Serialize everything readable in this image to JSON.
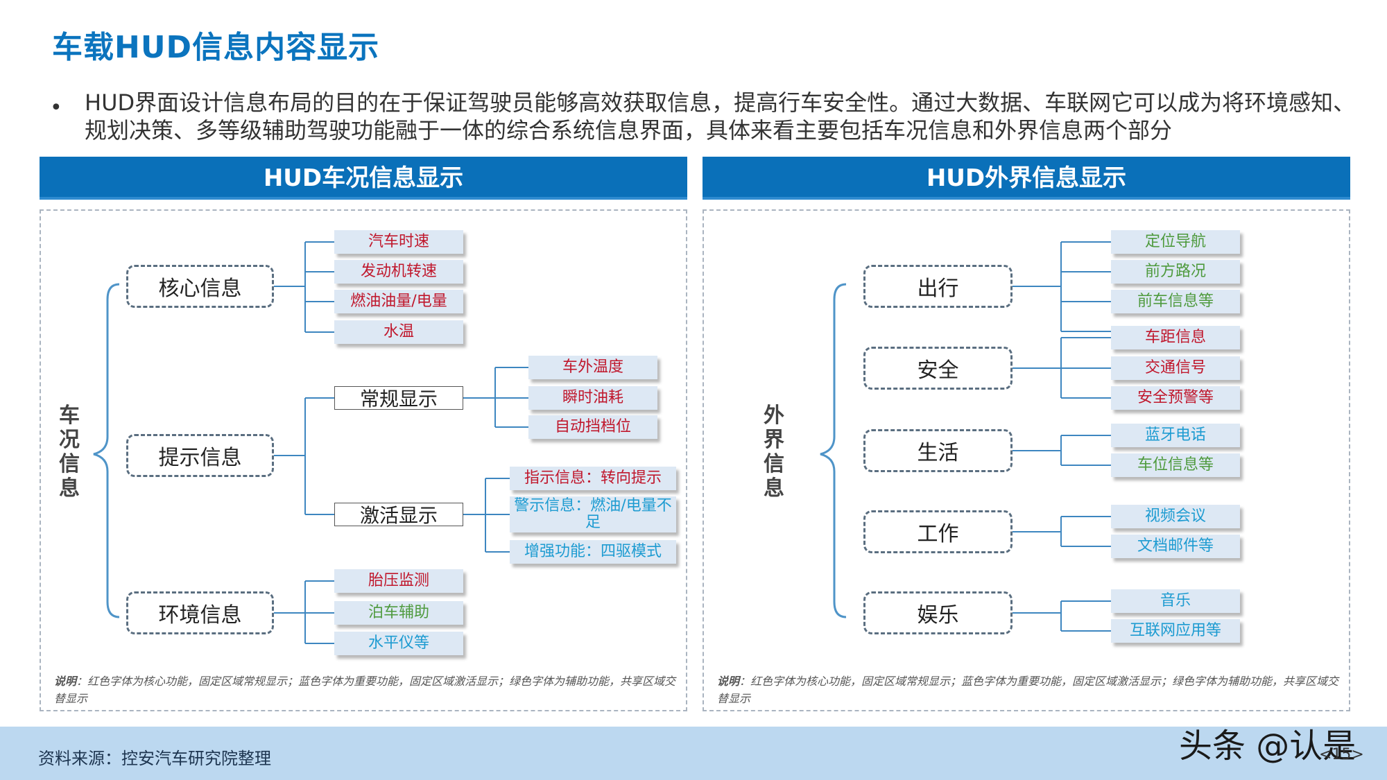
{
  "slide": {
    "title": "车载HUD信息内容显示",
    "bullet": "•",
    "intro": "HUD界面设计信息布局的目的在于保证驾驶员能够高效获取信息，提高行车安全性。通过大数据、车联网它可以成为将环境感知、规划决策、多等级辅助驾驶功能融于一体的综合系统信息界面，具体来看主要包括车况信息和外界信息两个部分"
  },
  "left_panel": {
    "header": "HUD车况信息显示",
    "root_label": "车况信息",
    "core": {
      "label": "核心信息",
      "items": [
        "汽车时速",
        "发动机转速",
        "燃油油量/电量",
        "水温"
      ]
    },
    "hint": {
      "label": "提示信息",
      "regular": {
        "label": "常规显示",
        "items": [
          "车外温度",
          "瞬时油耗",
          "自动挡档位"
        ]
      },
      "active": {
        "label": "激活显示",
        "items": [
          "指示信息：转向提示",
          "警示信息：燃油/电量不足",
          "增强功能：四驱模式"
        ]
      }
    },
    "env": {
      "label": "环境信息",
      "items": [
        "胎压监测",
        "泊车辅助",
        "水平仪等"
      ]
    },
    "note_label": "说明",
    "note_text": "：红色字体为核心功能，固定区域常规显示；蓝色字体为重要功能，固定区域激活显示；绿色字体为辅助功能，共享区域交替显示"
  },
  "right_panel": {
    "header": "HUD外界信息显示",
    "root_label": "外界信息",
    "travel": {
      "label": "出行",
      "items": [
        "定位导航",
        "前方路况",
        "前车信息等"
      ]
    },
    "safety": {
      "label": "安全",
      "items": [
        "车距信息",
        "交通信号",
        "安全预警等"
      ]
    },
    "life": {
      "label": "生活",
      "items": [
        "蓝牙电话",
        "车位信息等"
      ]
    },
    "work": {
      "label": "工作",
      "items": [
        "视频会议",
        "文档邮件等"
      ]
    },
    "fun": {
      "label": "娱乐",
      "items": [
        "音乐",
        "互联网应用等"
      ]
    },
    "note_label": "说明",
    "note_text": "：红色字体为核心功能，固定区域常规显示；蓝色字体为重要功能，固定区域激活显示；绿色字体为辅助功能，共享区域交替显示"
  },
  "footer": {
    "source": "资料来源：控安汽车研究院整理",
    "watermark": "头条 @认是",
    "page": "<15>"
  },
  "colors": {
    "title_blue": "#0b74be",
    "header_blue": "#0a70b9",
    "core_red": "#c0172c",
    "important_blue": "#1d9bd1",
    "aux_green": "#4e9a3d",
    "footer_bar": "#bcd8f0"
  }
}
